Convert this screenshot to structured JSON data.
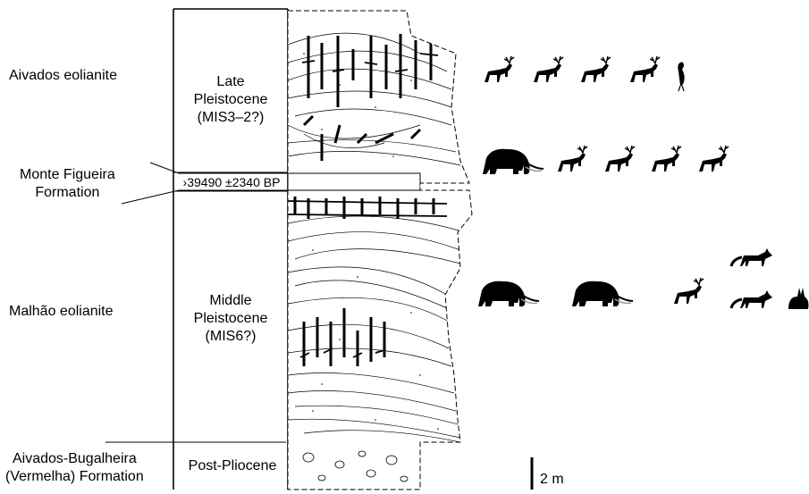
{
  "formations": {
    "aivados_eolianite": "Aivados eolianite",
    "monte_figueira": [
      "Monte Figueira",
      "Formation"
    ],
    "malhao_eolianite": "Malhão eolianite",
    "aivados_bugalheira": [
      "Aivados-Bugalheira",
      "(Vermelha) Formation"
    ]
  },
  "ages": {
    "late": [
      "Late",
      "Pleistocene",
      "(MIS3–2?)"
    ],
    "date": "›39490 ±2340 BP",
    "middle": [
      "Middle",
      "Pleistocene",
      "(MIS6?)"
    ],
    "post_pliocene": "Post-Pliocene"
  },
  "scale": {
    "label": "2 m",
    "length_m": 2
  },
  "fauna": {
    "upper_late": [
      "deer",
      "deer",
      "deer",
      "deer",
      "bird"
    ],
    "lower_late": [
      "elephant",
      "deer",
      "deer",
      "deer",
      "deer"
    ],
    "middle": [
      "elephant",
      "elephant",
      "deer",
      "fox",
      "fox",
      "hare"
    ]
  },
  "colors": {
    "ink": "#000000",
    "paper": "#ffffff",
    "sediment": "#f4f4f4"
  }
}
